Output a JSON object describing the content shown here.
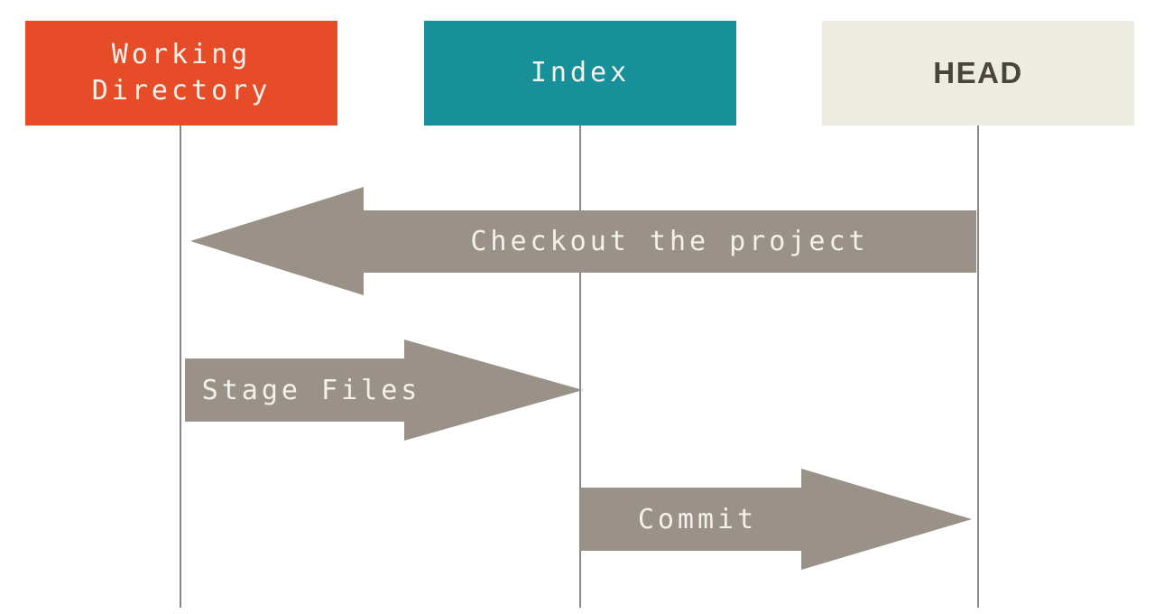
{
  "diagram": {
    "type": "git-sequence-diagram",
    "columns": [
      {
        "id": "working-directory",
        "label": "Working Directory"
      },
      {
        "id": "index",
        "label": "Index"
      },
      {
        "id": "head",
        "label": "HEAD"
      }
    ],
    "arrows": [
      {
        "label": "Checkout the project",
        "direction": "left",
        "from": "head",
        "to": "working-directory"
      },
      {
        "label": "Stage Files",
        "direction": "right",
        "from": "working-directory",
        "to": "index"
      },
      {
        "label": "Commit",
        "direction": "right",
        "from": "index",
        "to": "head"
      }
    ]
  },
  "colors": {
    "bg": "#ffffff",
    "wd": "#e74c28",
    "index": "#17909a",
    "head": "#edece3",
    "headText": "#4a443c",
    "boxText": "#f3f1ec",
    "arrow": "#9a9188",
    "line": "#8b8681"
  }
}
